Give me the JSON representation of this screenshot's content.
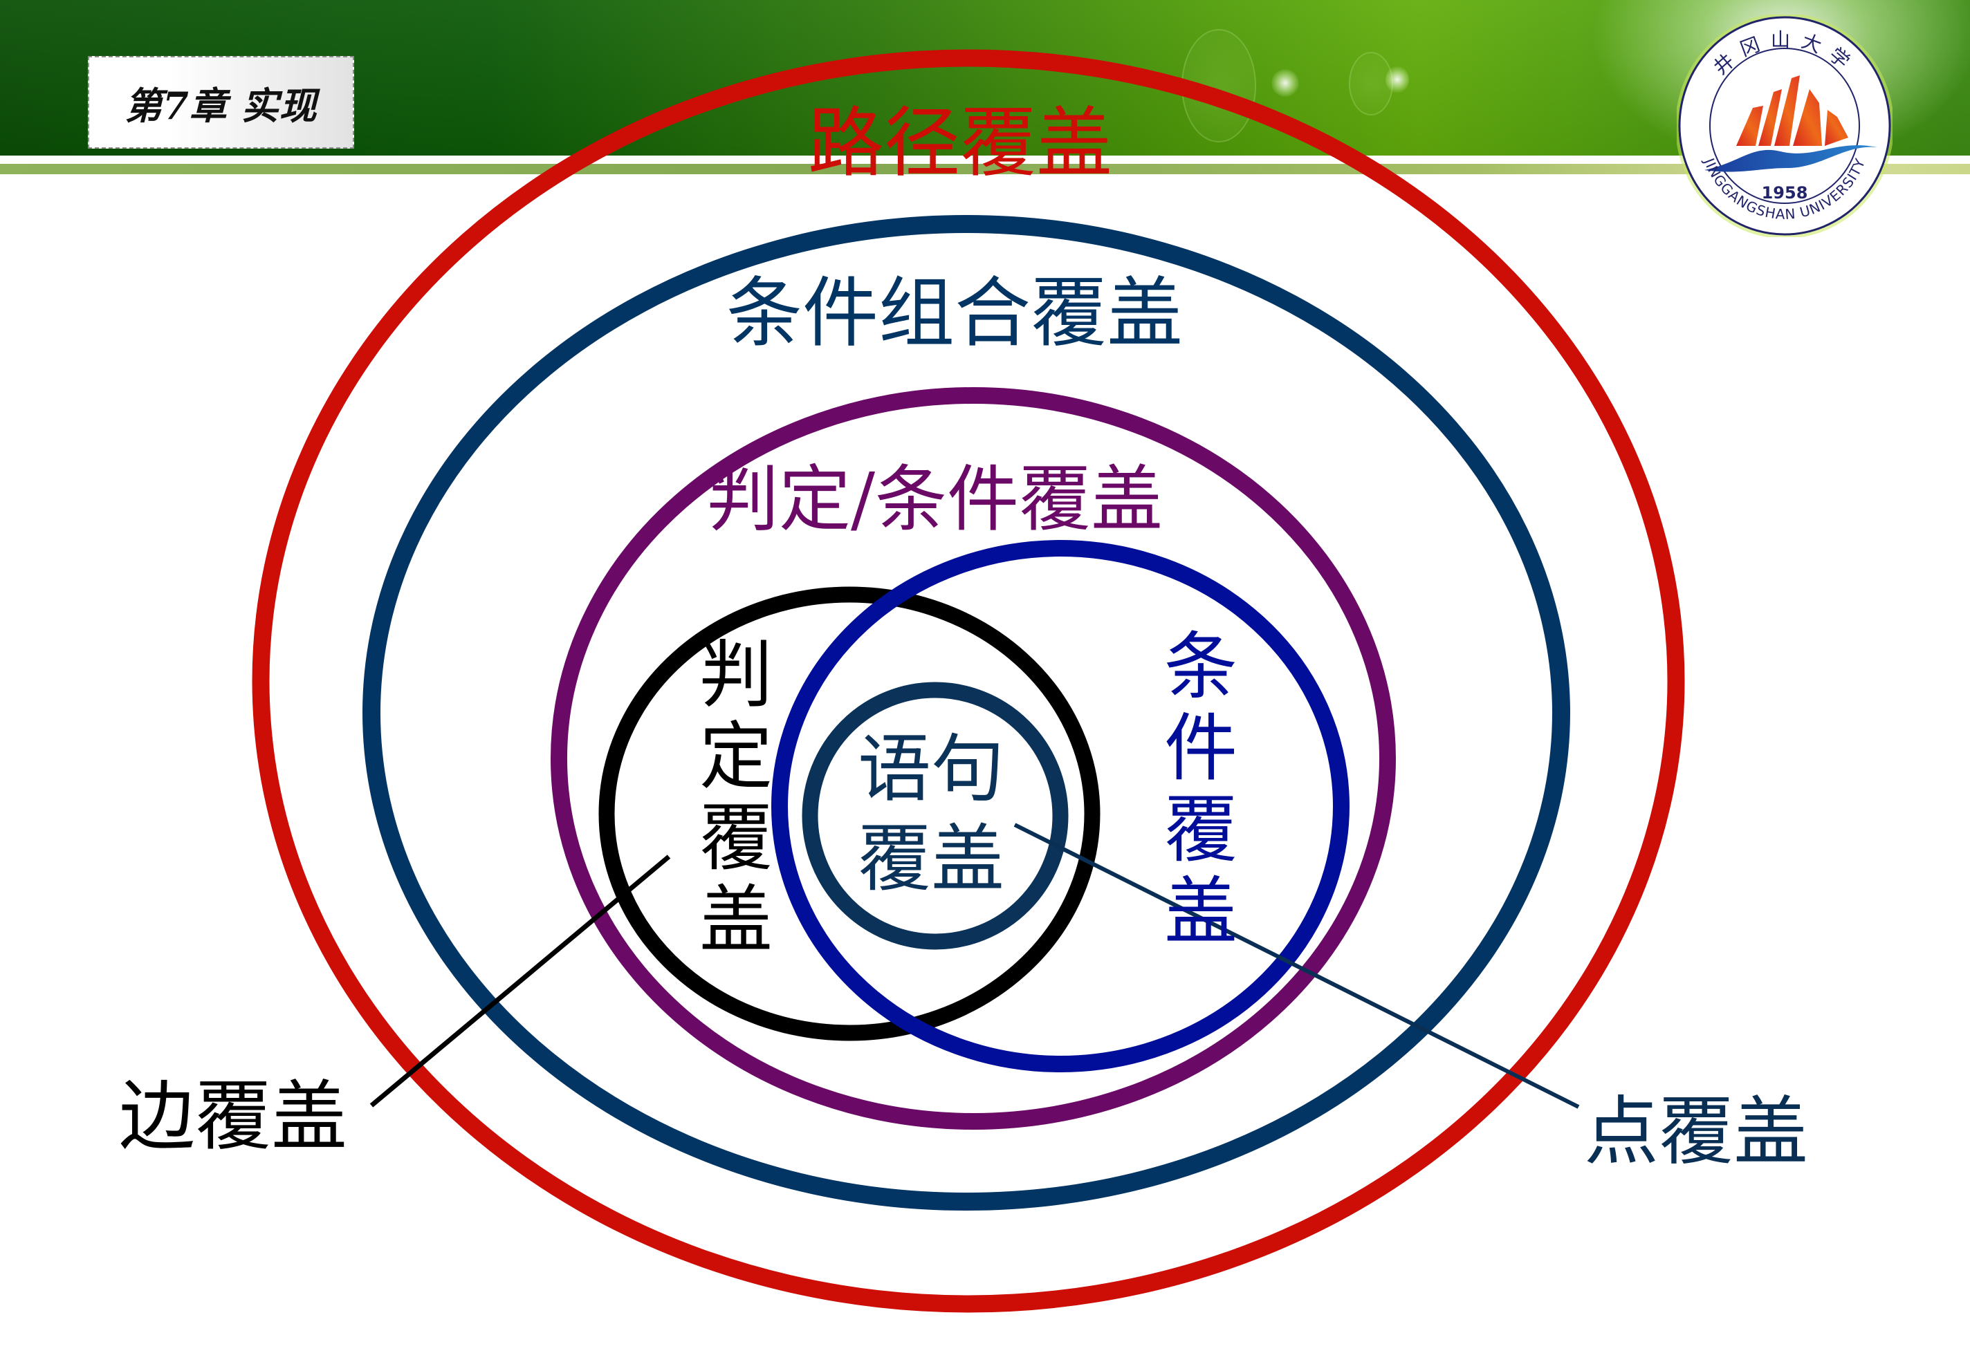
{
  "slide": {
    "chapter_title": "第7章 实现",
    "logo": {
      "name_cn": "井冈山大学",
      "name_en": "JINGGANGSHAN UNIVERSITY",
      "year": "1958"
    }
  },
  "diagram": {
    "title": "Coverage criteria hierarchy",
    "sets": [
      {
        "id": "path",
        "label": "路径覆盖",
        "color": "#CC0E06"
      },
      {
        "id": "multiple-condition",
        "label": "条件组合覆盖",
        "color": "#023564"
      },
      {
        "id": "decision-condition",
        "label": "判定/条件覆盖",
        "color": "#6A0A66"
      },
      {
        "id": "decision",
        "label": "判定覆盖",
        "color": "#000000",
        "chars": [
          "判",
          "定",
          "覆",
          "盖"
        ]
      },
      {
        "id": "condition",
        "label": "条件覆盖",
        "color": "#000E99",
        "chars": [
          "条",
          "件",
          "覆",
          "盖"
        ]
      },
      {
        "id": "statement",
        "label": "语句覆盖",
        "color": "#0B3258",
        "lines": [
          "语句",
          "覆盖"
        ]
      }
    ],
    "callouts": [
      {
        "id": "edge",
        "label": "边覆盖",
        "points_to": "decision",
        "color": "#000000"
      },
      {
        "id": "node",
        "label": "点覆盖",
        "points_to": "statement",
        "color": "#0A2F55"
      }
    ]
  }
}
